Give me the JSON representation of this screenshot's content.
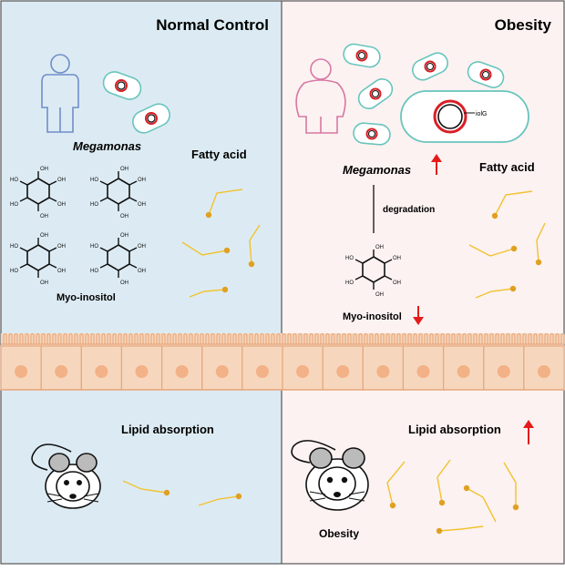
{
  "left_panel": {
    "title": "Normal Control",
    "bacteria_label": "Megamonas",
    "fatty_acid_label": "Fatty acid",
    "inositol_label": "Myo-inositol",
    "absorption_label": "Lipid absorption"
  },
  "right_panel": {
    "title": "Obesity",
    "bacteria_label": "Megamonas",
    "gene_label": "iolG",
    "process_label": "degradation",
    "fatty_acid_label": "Fatty acid",
    "inositol_label": "Myo-inositol",
    "absorption_label": "Lipid absorption",
    "mouse_label": "Obesity"
  },
  "colors": {
    "control_bg": "#dcebf3",
    "obesity_bg": "#fcf2f1",
    "gut_bg": "#f6d7bd",
    "cell_border": "#e8a97f",
    "nucleus": "#f2b186",
    "bacteria_outline": "#67c5bd",
    "plasmid_ring": "#d81f26",
    "fatty_acid_tail": "#f2c230",
    "fatty_acid_head": "#e0a020",
    "arrow_up_down": "#e41b1b",
    "human_normal": "#6f8ec9",
    "human_obese": "#d777a3"
  }
}
